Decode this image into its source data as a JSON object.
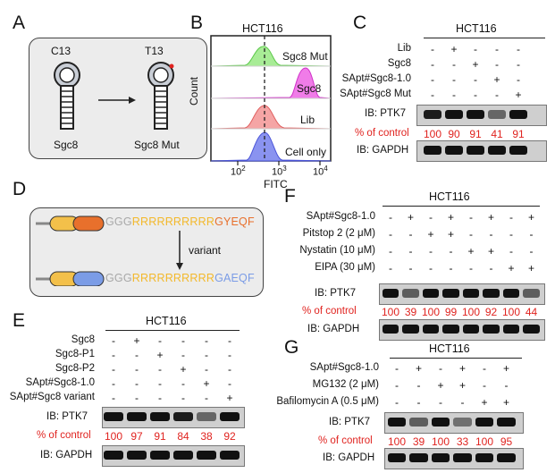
{
  "panels": {
    "A": {
      "label": "A",
      "from_top": "C13",
      "from_bottom": "Sgc8",
      "to_top": "T13",
      "to_bottom": "Sgc8 Mut",
      "arrow": "→"
    },
    "B": {
      "label": "B",
      "title": "HCT116",
      "series": [
        "Sgc8 Mut",
        "Sgc8",
        "Lib",
        "Cell only"
      ],
      "ylabel": "Count",
      "xlabel": "FITC",
      "xticks": [
        "10",
        "10",
        "10"
      ],
      "xtick_exp": [
        "2",
        "3",
        "4"
      ],
      "colors": [
        "#8fe07a",
        "#e048d8",
        "#f08080",
        "#6a73e8"
      ]
    },
    "C": {
      "label": "C",
      "title": "HCT116",
      "rows": [
        {
          "name": "Lib",
          "signs": [
            "-",
            "+",
            "-",
            "-",
            "-"
          ]
        },
        {
          "name": "Sgc8",
          "signs": [
            "-",
            "-",
            "+",
            "-",
            "-"
          ]
        },
        {
          "name": "SApt#Sgc8-1.0",
          "signs": [
            "-",
            "-",
            "-",
            "+",
            "-"
          ]
        },
        {
          "name": "SApt#Sgc8 Mut",
          "signs": [
            "-",
            "-",
            "-",
            "-",
            "+"
          ]
        }
      ],
      "ib1": "IB: PTK7",
      "control_label": "% of control",
      "control": [
        "100",
        "90",
        "91",
        "41",
        "91"
      ],
      "ib2": "IB: GAPDH"
    },
    "D": {
      "label": "D",
      "seq1_gray": "GGG",
      "seq1_yellow": "RRRRRRRRRR",
      "seq1_end": "GYEQF",
      "arrow_label": "variant",
      "seq2_gray": "GGG",
      "seq2_yellow": "RRRRRRRRRR",
      "seq2_end": "GAEQF"
    },
    "E": {
      "label": "E",
      "title": "HCT116",
      "rows": [
        {
          "name": "Sgc8",
          "signs": [
            "-",
            "+",
            "-",
            "-",
            "-",
            "-"
          ]
        },
        {
          "name": "Sgc8-P1",
          "signs": [
            "-",
            "-",
            "+",
            "-",
            "-",
            "-"
          ]
        },
        {
          "name": "Sgc8-P2",
          "signs": [
            "-",
            "-",
            "-",
            "+",
            "-",
            "-"
          ]
        },
        {
          "name": "SApt#Sgc8-1.0",
          "signs": [
            "-",
            "-",
            "-",
            "-",
            "+",
            "-"
          ]
        },
        {
          "name": "SApt#Sgc8 variant",
          "signs": [
            "-",
            "-",
            "-",
            "-",
            "-",
            "+"
          ]
        }
      ],
      "ib1": "IB: PTK7",
      "control_label": "% of control",
      "control": [
        "100",
        "97",
        "91",
        "84",
        "38",
        "92"
      ],
      "ib2": "IB: GAPDH"
    },
    "F": {
      "label": "F",
      "title": "HCT116",
      "rows": [
        {
          "name": "SApt#Sgc8-1.0",
          "signs": [
            "-",
            "+",
            "-",
            "+",
            "-",
            "+",
            "-",
            "+"
          ]
        },
        {
          "name": "Pitstop 2 (2 μM)",
          "signs": [
            "-",
            "-",
            "+",
            "+",
            "-",
            "-",
            "-",
            "-"
          ]
        },
        {
          "name": "Nystatin (10 μM)",
          "signs": [
            "-",
            "-",
            "-",
            "-",
            "+",
            "+",
            "-",
            "-"
          ]
        },
        {
          "name": "EIPA (30 μM)",
          "signs": [
            "-",
            "-",
            "-",
            "-",
            "-",
            "-",
            "+",
            "+"
          ]
        }
      ],
      "ib1": "IB: PTK7",
      "control_label": "% of control",
      "control": [
        "100",
        "39",
        "100",
        "99",
        "100",
        "92",
        "100",
        "44"
      ],
      "ib2": "IB: GAPDH"
    },
    "G": {
      "label": "G",
      "title": "HCT116",
      "rows": [
        {
          "name": "SApt#Sgc8-1.0",
          "signs": [
            "-",
            "+",
            "-",
            "+",
            "-",
            "+"
          ]
        },
        {
          "name": "MG132 (2 μM)",
          "signs": [
            "-",
            "-",
            "+",
            "+",
            "-",
            "-"
          ]
        },
        {
          "name": "Bafilomycin A (0.5 μM)",
          "signs": [
            "-",
            "-",
            "-",
            "-",
            "+",
            "+"
          ]
        }
      ],
      "ib1": "IB: PTK7",
      "control_label": "% of control",
      "control": [
        "100",
        "39",
        "100",
        "33",
        "100",
        "95"
      ],
      "ib2": "IB: GAPDH"
    }
  }
}
